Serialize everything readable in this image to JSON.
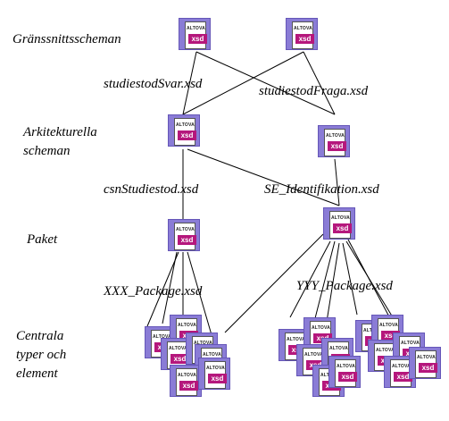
{
  "levels": {
    "interface": "Gränssnittsscheman",
    "architecture": "Arkitekturella scheman",
    "package": "Paket",
    "core": "Centrala typer och element"
  },
  "files": {
    "svar": "studiestodSvar.xsd",
    "fraga": "studiestodFraga.xsd",
    "csn": "csnStudiestod.xsd",
    "se_id": "SE_Identifikation.xsd",
    "xxx": "XXX_Package.xsd",
    "yyy": "YYY_Package.xsd"
  },
  "icon": {
    "brand": "ALTOVA",
    "tag": "xsd",
    "name": "xsd-file-icon"
  },
  "colors": {
    "icon_frame": "#8a7cd6",
    "xsd_tag": "#b5177c",
    "lines": "#000000"
  }
}
